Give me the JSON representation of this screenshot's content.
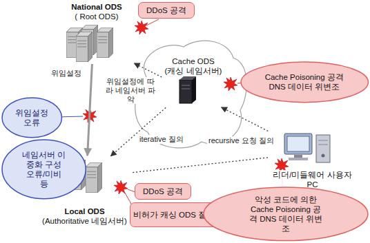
{
  "diagram": {
    "nodes": [
      {
        "text": [
          "National ODS",
          "( Root ODS)"
        ]
      },
      {
        "text": [
          "DDoS 공격"
        ]
      },
      {
        "text": [
          "Cache ODS",
          "(캐싱 네임서버)"
        ]
      },
      {
        "text": [
          "Cache Poisoning 공격 DNS 데이터 위변조"
        ]
      },
      {
        "text": [
          "위임설정 오류"
        ]
      },
      {
        "text": [
          "네임서버 이중화 구성 오류/미비 등"
        ]
      },
      {
        "text": [
          "Local ODS",
          "(Authoritative 네임서버)"
        ]
      },
      {
        "text": [
          "DDoS 공격"
        ]
      },
      {
        "text": [
          "비허가 캐싱 ODS 질의"
        ]
      },
      {
        "text": [
          "리더/미들웨어 사용자 PC"
        ]
      },
      {
        "text": [
          "악성 코드에 의한 Cache Poisoning 공격 DNS 데이터 위변조"
        ]
      }
    ],
    "edges": [
      {
        "from": 2,
        "to": 0,
        "arrow": "to"
      },
      {
        "from": 2,
        "to": 6,
        "arrow": "to",
        "label": "iterative 질의"
      },
      {
        "from": 9,
        "to": 2,
        "arrow": "to",
        "label": "recursive 요청 질의"
      },
      {
        "from": 0,
        "to": 6,
        "arrow": "to",
        "label": "위임설정"
      },
      {
        "from": 9,
        "to": 6,
        "arrow": "none"
      }
    ],
    "labels": [
      "위임설정에 따라 네임서버 파악"
    ]
  }
}
